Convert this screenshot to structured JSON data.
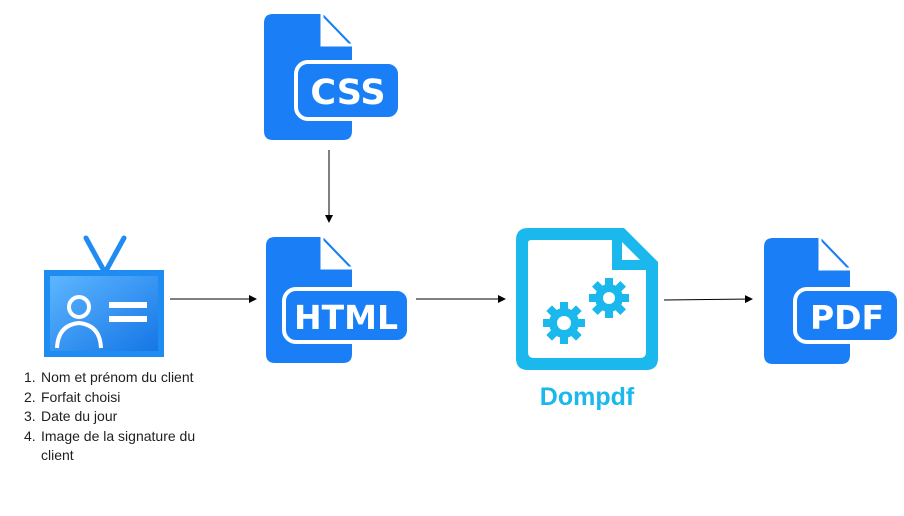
{
  "nodes": {
    "css": {
      "label": "CSS",
      "icon": "css-file-icon"
    },
    "html": {
      "label": "HTML",
      "icon": "html-file-icon"
    },
    "dompdf": {
      "label": "Dompdf",
      "icon": "gears-document-icon"
    },
    "pdf": {
      "label": "PDF",
      "icon": "pdf-file-icon"
    },
    "client_card": {
      "icon": "id-card-icon"
    }
  },
  "fields": [
    {
      "number": "1.",
      "text": "Nom et prénom du client"
    },
    {
      "number": "2.",
      "text": "Forfait choisi"
    },
    {
      "number": "3.",
      "text": "Date du jour"
    },
    {
      "number": "4.",
      "text": "Image de la signature du client"
    }
  ],
  "colors": {
    "file_blue": "#1a7ff7",
    "file_fold": "#ffffff",
    "engine_cyan": "#1ab8ec",
    "card_blue": "#1e8cf0",
    "arrow": "#000000"
  }
}
